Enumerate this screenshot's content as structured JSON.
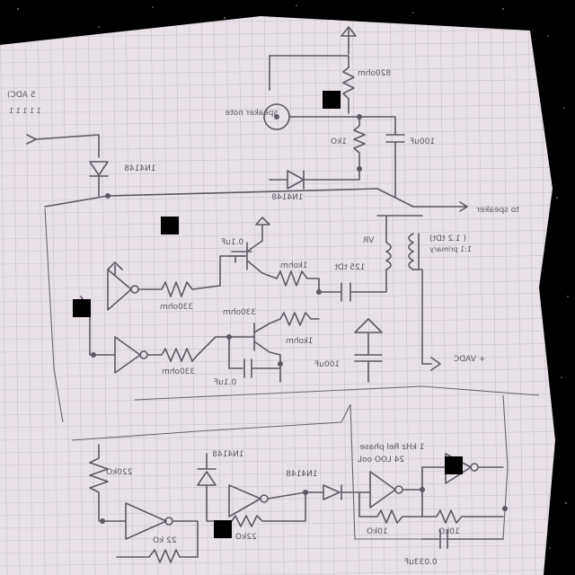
{
  "labels": {
    "top_left_vadc": "5 ADC)",
    "top_left_sub": "1 1 1 1 1",
    "resistor_top": "820ohm",
    "speaker_note": "speaker\nnote",
    "resistor_mid": "1kO",
    "cap_top_right": "100uF",
    "diode_mid": "1N4148",
    "diode_left": "1N4148",
    "to_speaker": "to speaker",
    "vadc_right": "+ VADC",
    "mid_cap": "0.1uF",
    "resistor_q1": "1kohm",
    "vr_label": "VR",
    "coil_note": "125 tDt",
    "transformer_note": "( 1.2 tDt)",
    "transformer_note2": "1:1 primary",
    "resistor_q1b": "330ohm",
    "resistor_in1": "330ohm",
    "resistor_q2": "1kohm",
    "resistor_in2": "330ohm",
    "cap_bottom_mid": "0.1uF",
    "cap_bottom_center": "100uF",
    "bottom_left_res": "220kO",
    "bottom_diode_left": "1N4148",
    "bottom_diode_mid": "1N4148",
    "bottom_res": "22 kO",
    "bottom_res2": "22kO",
    "bottom_right_note1": "1 kHz  Rel phase",
    "bottom_right_note2": "24 LOO  ooL",
    "bottom_right_res": "10kO",
    "bottom_right_res2": "10kO",
    "bottom_cap": "0.033uF"
  }
}
